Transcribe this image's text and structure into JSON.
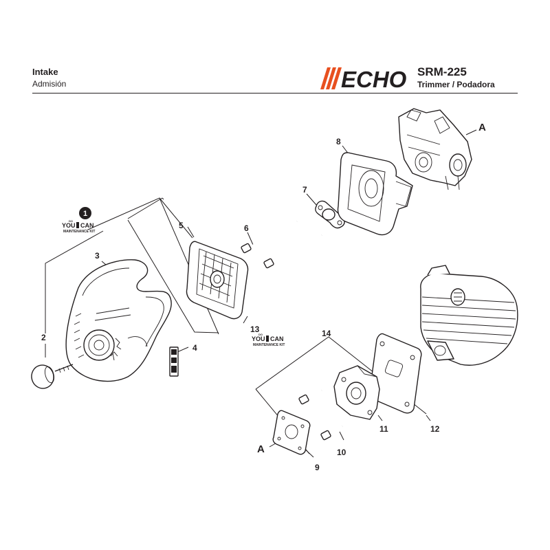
{
  "header": {
    "title": "Intake",
    "subtitle": "Admisión",
    "brand": "ECHO",
    "model": "SRM-225",
    "type": "Trimmer / Podadora"
  },
  "callouts": {
    "c1": "1",
    "c2": "2",
    "c3": "3",
    "c4": "4",
    "c5": "5",
    "c6": "6",
    "c7": "7",
    "c8": "8",
    "c9": "9",
    "c10": "10",
    "c11": "11",
    "c12": "12",
    "c13": "13",
    "c14": "14",
    "ref_a_top": "A",
    "ref_a_bottom": "A"
  },
  "kit_badge": {
    "line1": "YOU",
    "line2": "CAN",
    "line3": "MAINTENANCE KIT",
    "small": "DO"
  },
  "colors": {
    "ink": "#231f20",
    "brand_stripe": "#e8501f"
  }
}
